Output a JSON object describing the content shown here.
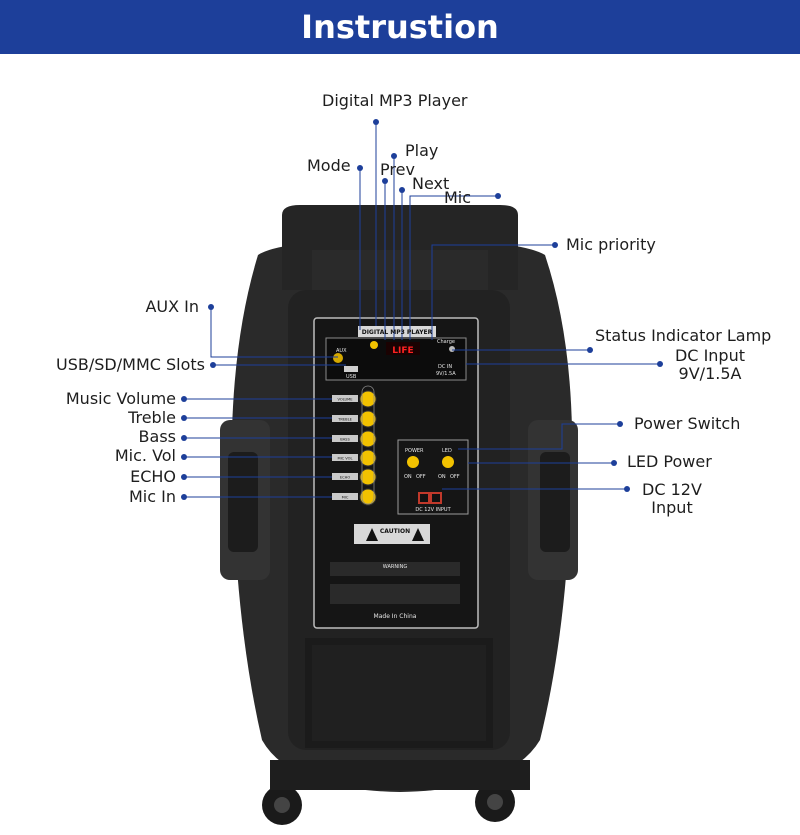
{
  "banner": {
    "title": "Instrustion"
  },
  "colors": {
    "banner": "#1d3f9a",
    "dot": "#1d3f9a",
    "speaker": "#2a2a2a",
    "panel": "#151515",
    "knob": "#f2c200"
  },
  "top_labels": {
    "digital_mp3": "Digital MP3 Player",
    "mode": "Mode",
    "play": "Play",
    "prev": "Prev",
    "next": "Next",
    "mic": "Mic"
  },
  "left_labels": {
    "aux_in": "AUX In",
    "usb_slots": "USB/SD/MMC Slots",
    "music_volume": "Music Volume",
    "treble": "Treble",
    "bass": "Bass",
    "mic_vol": "Mic. Vol",
    "echo": "ECHO",
    "mic_in": "Mic In"
  },
  "right_labels": {
    "mic_priority": "Mic priority",
    "status_lamp": "Status Indicator Lamp",
    "dc_input_l1": "DC Input",
    "dc_input_l2": "9V/1.5A",
    "power_switch": "Power Switch",
    "led_power": "LED Power",
    "dc12_l1": "DC 12V",
    "dc12_l2": "Input"
  },
  "panel_text": {
    "digital_mp3_player": "DIGITAL MP3 PLAYER",
    "led_display": "LIFE",
    "aux": "AUX",
    "usb": "USB",
    "charge": "Charge",
    "dc_in": "DC IN",
    "dc_in_rating": "9V/1.5A",
    "knob_volume": "VOLUME",
    "knob_treble": "TREBLE",
    "knob_bass": "BASS",
    "knob_mic_vol": "MIC VOL",
    "knob_echo": "ECHO",
    "knob_mic": "MIC",
    "power": "POWER",
    "led": "LED",
    "on": "ON",
    "off": "OFF",
    "dc_12v_input": "DC 12V INPUT",
    "caution": "CAUTION",
    "warning": "WARNING",
    "made_in_china": "Made In China"
  }
}
